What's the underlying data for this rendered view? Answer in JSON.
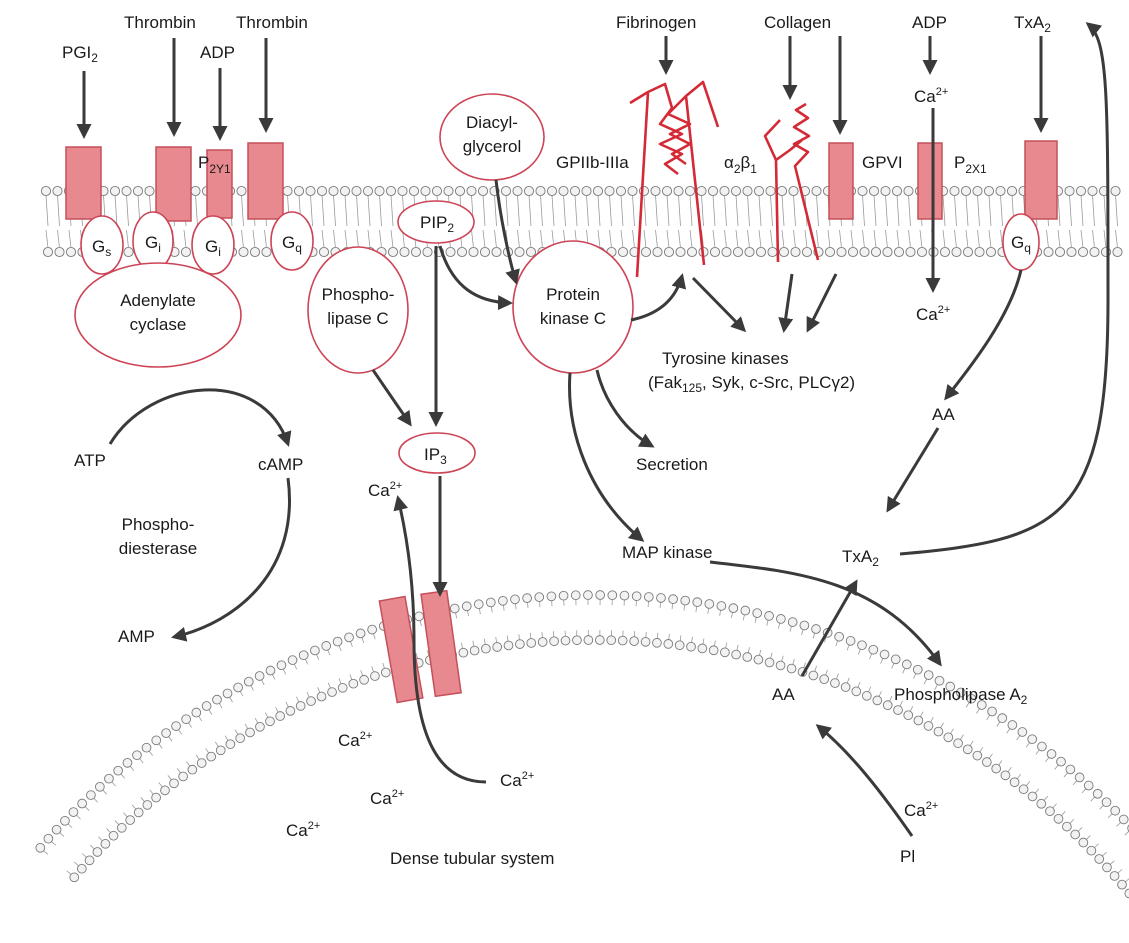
{
  "diagram": {
    "receptors_top": {
      "pgi2": "PGI",
      "pgi2_sub": "2",
      "thrombin_1": "Thrombin",
      "adp_1": "ADP",
      "thrombin_2": "Thrombin",
      "fibrinogen": "Fibrinogen",
      "collagen": "Collagen",
      "adp_2": "ADP",
      "txa2_top": "TxA",
      "txa2_top_sub": "2"
    },
    "membrane_labels": {
      "p2y1": "P",
      "p2y1_sub": "2Y1",
      "gpiib": "GPIIb-IIIa",
      "alpha": "α",
      "alpha_sub": "2",
      "beta": "β",
      "beta_sub": "1",
      "gpvi": "GPVI",
      "p2x1": "P",
      "p2x1_sub": "2X1"
    },
    "g_proteins": {
      "gs": "G",
      "gs_sub": "s",
      "gi1": "G",
      "gi1_sub": "i",
      "gi2": "G",
      "gi2_sub": "i",
      "gq1": "G",
      "gq1_sub": "q",
      "gq2": "G",
      "gq2_sub": "q"
    },
    "enzymes": {
      "adenylate_1": "Adenylate",
      "adenylate_2": "cyclase",
      "diacyl_1": "Diacyl-",
      "diacyl_2": "glycerol",
      "pip2": "PIP",
      "pip2_sub": "2",
      "phospho_1": "Phospho-",
      "phospho_2": "lipase C",
      "pkc_1": "Protein",
      "pkc_2": "kinase C",
      "ip3": "IP",
      "ip3_sub": "3"
    },
    "cytoplasm": {
      "ca_adp_top": "Ca",
      "ca_adp_bottom": "Ca",
      "ca_charge": "2+",
      "tyrosine_1": "Tyrosine kinases",
      "tyr_fak": "(Fak",
      "tyr_fak_sub": "125",
      "tyr_rest": ", Syk, c-Src, PLCγ2)",
      "aa_right": "AA",
      "atp": "ATP",
      "camp": "cAMP",
      "phosphodi_1": "Phospho-",
      "phosphodi_2": "diesterase",
      "amp": "AMP",
      "ca_ip3": "Ca",
      "secretion": "Secretion",
      "map_kinase": "MAP kinase",
      "txa2_mid": "TxA",
      "txa2_mid_sub": "2",
      "aa_mid": "AA",
      "pla2": "Phospholipase A",
      "pla2_sub": "2",
      "ca_pl": "Ca",
      "pl": "Pl"
    },
    "dts": {
      "ca_1": "Ca",
      "ca_2": "Ca",
      "ca_3": "Ca",
      "ca_exit": "Ca",
      "dense_tubular": "Dense tubular system"
    }
  }
}
